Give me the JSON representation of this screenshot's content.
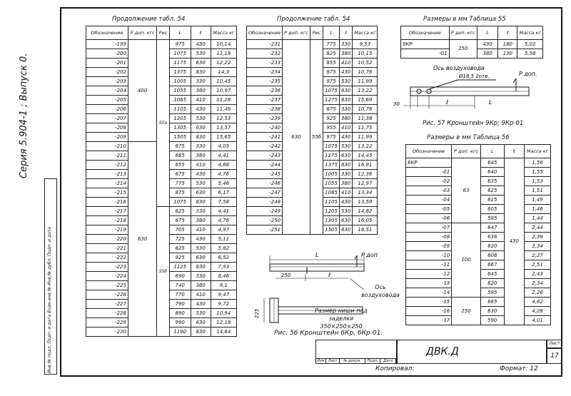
{
  "side_label": "Серия 5.904-1 ; Выпуск 0.",
  "side_stamp": "Инв.№ подл. Подп. и дата Взам.инв.№ Инв.№ дубл. Подп. и дата",
  "table1": {
    "title": "Продолжение табл. 54",
    "headers": [
      "Обозначение",
      "Р доп. кгс",
      "Рис",
      "L",
      "ℓ",
      "Масса кг"
    ],
    "group_p": [
      "400",
      "630"
    ],
    "group_ris": [
      "55а",
      "55б"
    ],
    "rows": [
      [
        "-199",
        "975",
        "430",
        "10,14"
      ],
      [
        "-200",
        "1075",
        "530",
        "11,18"
      ],
      [
        "-201",
        "1175",
        "630",
        "12,22"
      ],
      [
        "-202",
        "1375",
        "830",
        "14,3"
      ],
      [
        "-203",
        "1005",
        "330",
        "10,45"
      ],
      [
        "-204",
        "1055",
        "380",
        "10,97"
      ],
      [
        "-205",
        "1085",
        "410",
        "11,28"
      ],
      [
        "-206",
        "1105",
        "430",
        "11,49"
      ],
      [
        "-207",
        "1205",
        "530",
        "12,53"
      ],
      [
        "-208",
        "1305",
        "630",
        "13,57"
      ],
      [
        "-209",
        "1505",
        "830",
        "15,65"
      ],
      [
        "-210",
        "675",
        "330",
        "4,05"
      ],
      [
        "-211",
        "685",
        "380",
        "4,41"
      ],
      [
        "-212",
        "655",
        "410",
        "4,68"
      ],
      [
        "-213",
        "675",
        "430",
        "4,76"
      ],
      [
        "-214",
        "775",
        "530",
        "5,46"
      ],
      [
        "-215",
        "875",
        "630",
        "6,17"
      ],
      [
        "-216",
        "1075",
        "830",
        "7,58"
      ],
      [
        "-217",
        "625",
        "330",
        "4,41"
      ],
      [
        "-218",
        "675",
        "380",
        "4,76"
      ],
      [
        "-219",
        "705",
        "410",
        "4,97"
      ],
      [
        "-220",
        "725",
        "430",
        "5,11"
      ],
      [
        "-221",
        "825",
        "530",
        "5,82"
      ],
      [
        "-222",
        "925",
        "630",
        "6,52"
      ],
      [
        "-223",
        "1125",
        "830",
        "7,93"
      ],
      [
        "-224",
        "690",
        "330",
        "8,46"
      ],
      [
        "-225",
        "740",
        "380",
        "9,1"
      ],
      [
        "-226",
        "770",
        "410",
        "9,47"
      ],
      [
        "-227",
        "790",
        "430",
        "9,72"
      ],
      [
        "-228",
        "890",
        "530",
        "10,94"
      ],
      [
        "-229",
        "990",
        "630",
        "12,18"
      ],
      [
        "-230",
        "1190",
        "830",
        "14,64"
      ]
    ]
  },
  "table2": {
    "title": "Продолжение табл. 54",
    "headers": [
      "Обозначение",
      "Р доп. кгс",
      "Рис",
      "L",
      "ℓ",
      "Масса кг"
    ],
    "group_p": "630",
    "group_ris": "55б",
    "rows": [
      [
        "-231",
        "775",
        "330",
        "9,53"
      ],
      [
        "-232",
        "825",
        "380",
        "10,15"
      ],
      [
        "-233",
        "855",
        "410",
        "10,52"
      ],
      [
        "-234",
        "875",
        "430",
        "10,76"
      ],
      [
        "-235",
        "975",
        "530",
        "11,99"
      ],
      [
        "-236",
        "1075",
        "630",
        "13,22"
      ],
      [
        "-237",
        "1275",
        "830",
        "15,69"
      ],
      [
        "-238",
        "875",
        "330",
        "10,76"
      ],
      [
        "-239",
        "925",
        "380",
        "11,38"
      ],
      [
        "-240",
        "955",
        "410",
        "11,75"
      ],
      [
        "-241",
        "975",
        "430",
        "11,99"
      ],
      [
        "-242",
        "1075",
        "530",
        "13,22"
      ],
      [
        "-243",
        "1175",
        "630",
        "14,45"
      ],
      [
        "-244",
        "1375",
        "830",
        "16,91"
      ],
      [
        "-245",
        "1005",
        "330",
        "12,36"
      ],
      [
        "-246",
        "1055",
        "380",
        "12,97"
      ],
      [
        "-247",
        "1085",
        "410",
        "13,34"
      ],
      [
        "-248",
        "1105",
        "430",
        "13,59"
      ],
      [
        "-249",
        "1205",
        "530",
        "14,82"
      ],
      [
        "-250",
        "1305",
        "630",
        "16,05"
      ],
      [
        "-251",
        "1505",
        "830",
        "18,51"
      ]
    ]
  },
  "table3": {
    "title": "Размеры в мм Таблица 55",
    "headers": [
      "Обозначение",
      "Р доп. кгс",
      "L",
      "ℓ",
      "Масса кг"
    ],
    "group_p": "250",
    "rows": [
      [
        "9КР",
        "430",
        "180",
        "5,02"
      ],
      [
        "-01",
        "380",
        "130",
        "5,58"
      ]
    ]
  },
  "fig57": {
    "label_axis": "Ось воздуховода",
    "label_hole": "Ø18,5 2отв.",
    "label_p": "Р доп.",
    "dim_30": "30",
    "dim_l": "ℓ",
    "dim_L": "L",
    "caption": "Рис. 57 Кронштейн 9Кр; 9Кр-01"
  },
  "table4": {
    "title": "Размеры в мм Таблица 56",
    "headers": [
      "Обозначение",
      "Р доп. кгс",
      "L",
      "ℓ",
      "Масса кг"
    ],
    "group_p": [
      "63",
      "100",
      "250"
    ],
    "group_l": "430",
    "rows": [
      [
        "6КР",
        "645",
        "",
        "1,56"
      ],
      [
        "-01",
        "640",
        "",
        "1,55"
      ],
      [
        "-02",
        "635",
        "",
        "1,53"
      ],
      [
        "-03",
        "625",
        "",
        "1,51"
      ],
      [
        "-04",
        "615",
        "",
        "1,49"
      ],
      [
        "-05",
        "605",
        "",
        "1,46"
      ],
      [
        "-06",
        "595",
        "",
        "1,44"
      ],
      [
        "-07",
        "647",
        "",
        "2,44"
      ],
      [
        "-08",
        "636",
        "",
        "2,39"
      ],
      [
        "-09",
        "620",
        "",
        "2,34"
      ],
      [
        "-10",
        "608",
        "",
        "2,27"
      ],
      [
        "-11",
        "667",
        "",
        "2,51"
      ],
      [
        "-12",
        "645",
        "",
        "2,43"
      ],
      [
        "-13",
        "620",
        "",
        "2,34"
      ],
      [
        "-14",
        "595",
        "",
        "2,26"
      ],
      [
        "-15",
        "665",
        "",
        "4,62"
      ],
      [
        "-16",
        "630",
        "",
        "4,28"
      ],
      [
        "-17",
        "590",
        "",
        "4,01"
      ]
    ]
  },
  "fig56": {
    "label_p": "Р доп",
    "label_axis": "Ось воздуховода",
    "dim_250": "250",
    "dim_l": "ℓ",
    "dim_L": "L",
    "dim_side": "225",
    "niche_note": "Размер ниши под заделки 350×250×250",
    "caption": "Рис. 56 Кронштейн 6Кр, 6Кр-01."
  },
  "titleblock": {
    "code": "ДВК.Д",
    "sheet_label": "Лист",
    "sheet": "17",
    "row_labels": [
      "Изм",
      "Лист",
      "№ докум.",
      "Подп.",
      "Дата"
    ],
    "copied": "Копировал:",
    "format": "Формат: 12"
  }
}
